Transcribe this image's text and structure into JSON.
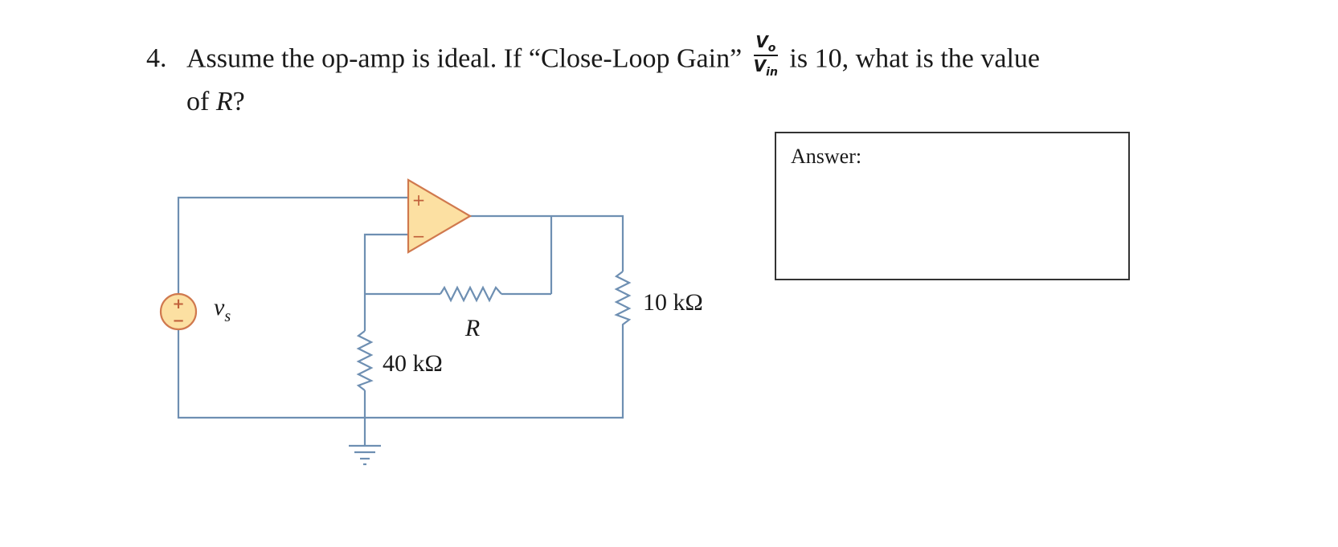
{
  "question": {
    "number": "4.",
    "text_before": "Assume the op-amp is ideal. If “Close-Loop Gain”",
    "fraction": {
      "numerator": "V",
      "numerator_sub": "o",
      "denominator": "V",
      "denominator_sub": "in"
    },
    "text_after": "is 10, what is the value",
    "line2_prefix": "of ",
    "line2_var": "R",
    "line2_suffix": "?"
  },
  "answer": {
    "label": "Answer:"
  },
  "circuit": {
    "source_label": "v",
    "source_label_sub": "s",
    "source_plus": "+",
    "source_minus": "−",
    "opamp_plus": "+",
    "opamp_minus": "−",
    "feedback_resistor_label": "R",
    "ground_resistor_label": "40 kΩ",
    "load_resistor_label": "10 kΩ"
  },
  "colors": {
    "wire": "#6e8fb2",
    "opamp_fill": "#fce0a2",
    "opamp_stroke": "#d0794e",
    "source_fill": "#fce0a2"
  }
}
